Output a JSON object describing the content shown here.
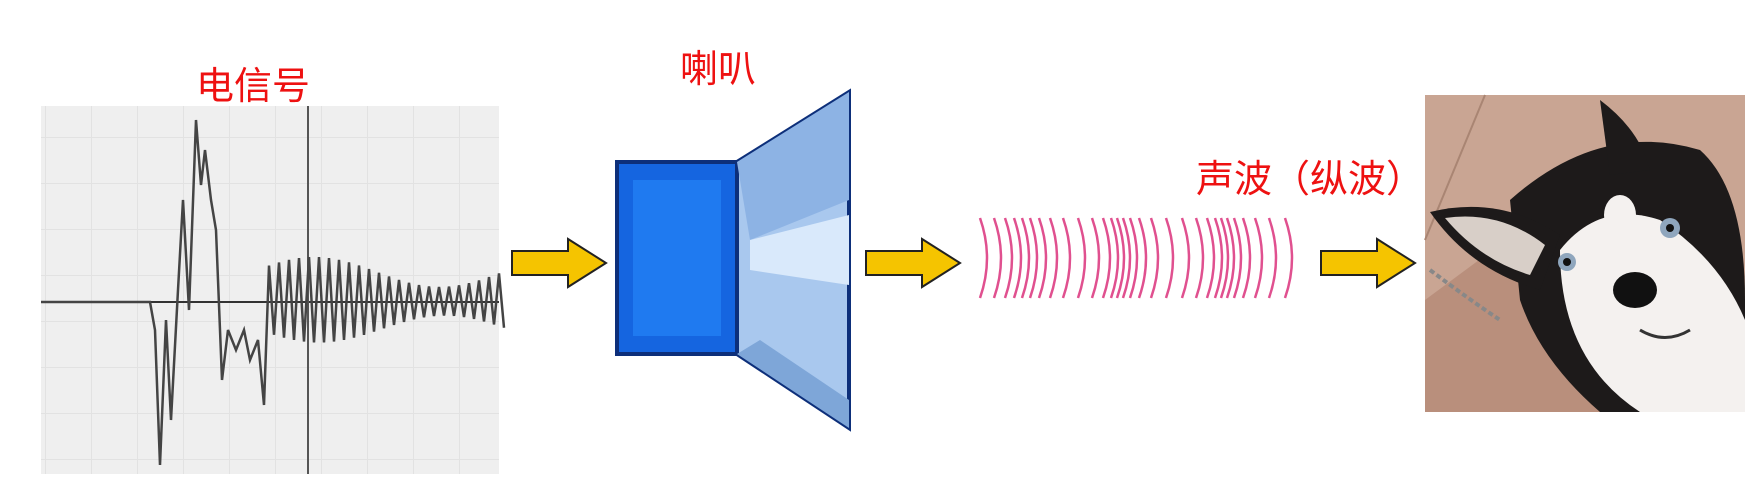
{
  "labels": {
    "electric_signal": "电信号",
    "speaker": "喇叭",
    "sound_wave": "声波（纵波）"
  },
  "colors": {
    "label": "#ee1111",
    "arrow_fill": "#f5c400",
    "speaker_box": "#1565e0",
    "speaker_cone": "#a9c8ee",
    "wave": "#e0508f"
  }
}
